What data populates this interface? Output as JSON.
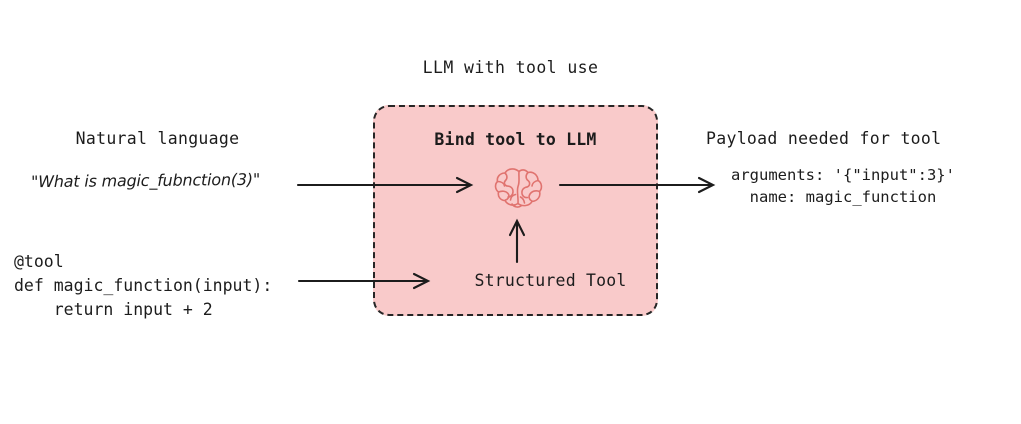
{
  "diagram": {
    "title": "LLM with tool use",
    "background_color": "#ffffff",
    "accent_color": "#f9caca",
    "border_color": "#262626",
    "brain_color": "#e0736f"
  },
  "left_column": {
    "heading": "Natural language",
    "example_query": "\"What is magic_fubnction(3)\"",
    "tool_code": "@tool\ndef magic_function(input):\n    return input + 2"
  },
  "center_box": {
    "label": "Bind tool to LLM",
    "node_label": "Structured Tool",
    "icon": "brain-icon"
  },
  "right_column": {
    "heading": "Payload needed for tool",
    "payload": "arguments: '{\"input\":3}'\n  name: magic_function"
  },
  "arrows": [
    {
      "name": "query-to-llm-arrow",
      "from": "natural-language-query",
      "to": "llm-brain"
    },
    {
      "name": "llm-to-payload-arrow",
      "from": "llm-brain",
      "to": "payload"
    },
    {
      "name": "tool-code-to-structured-tool-arrow",
      "from": "tool-code",
      "to": "structured-tool"
    },
    {
      "name": "structured-tool-to-llm-arrow",
      "from": "structured-tool",
      "to": "llm-brain"
    }
  ]
}
